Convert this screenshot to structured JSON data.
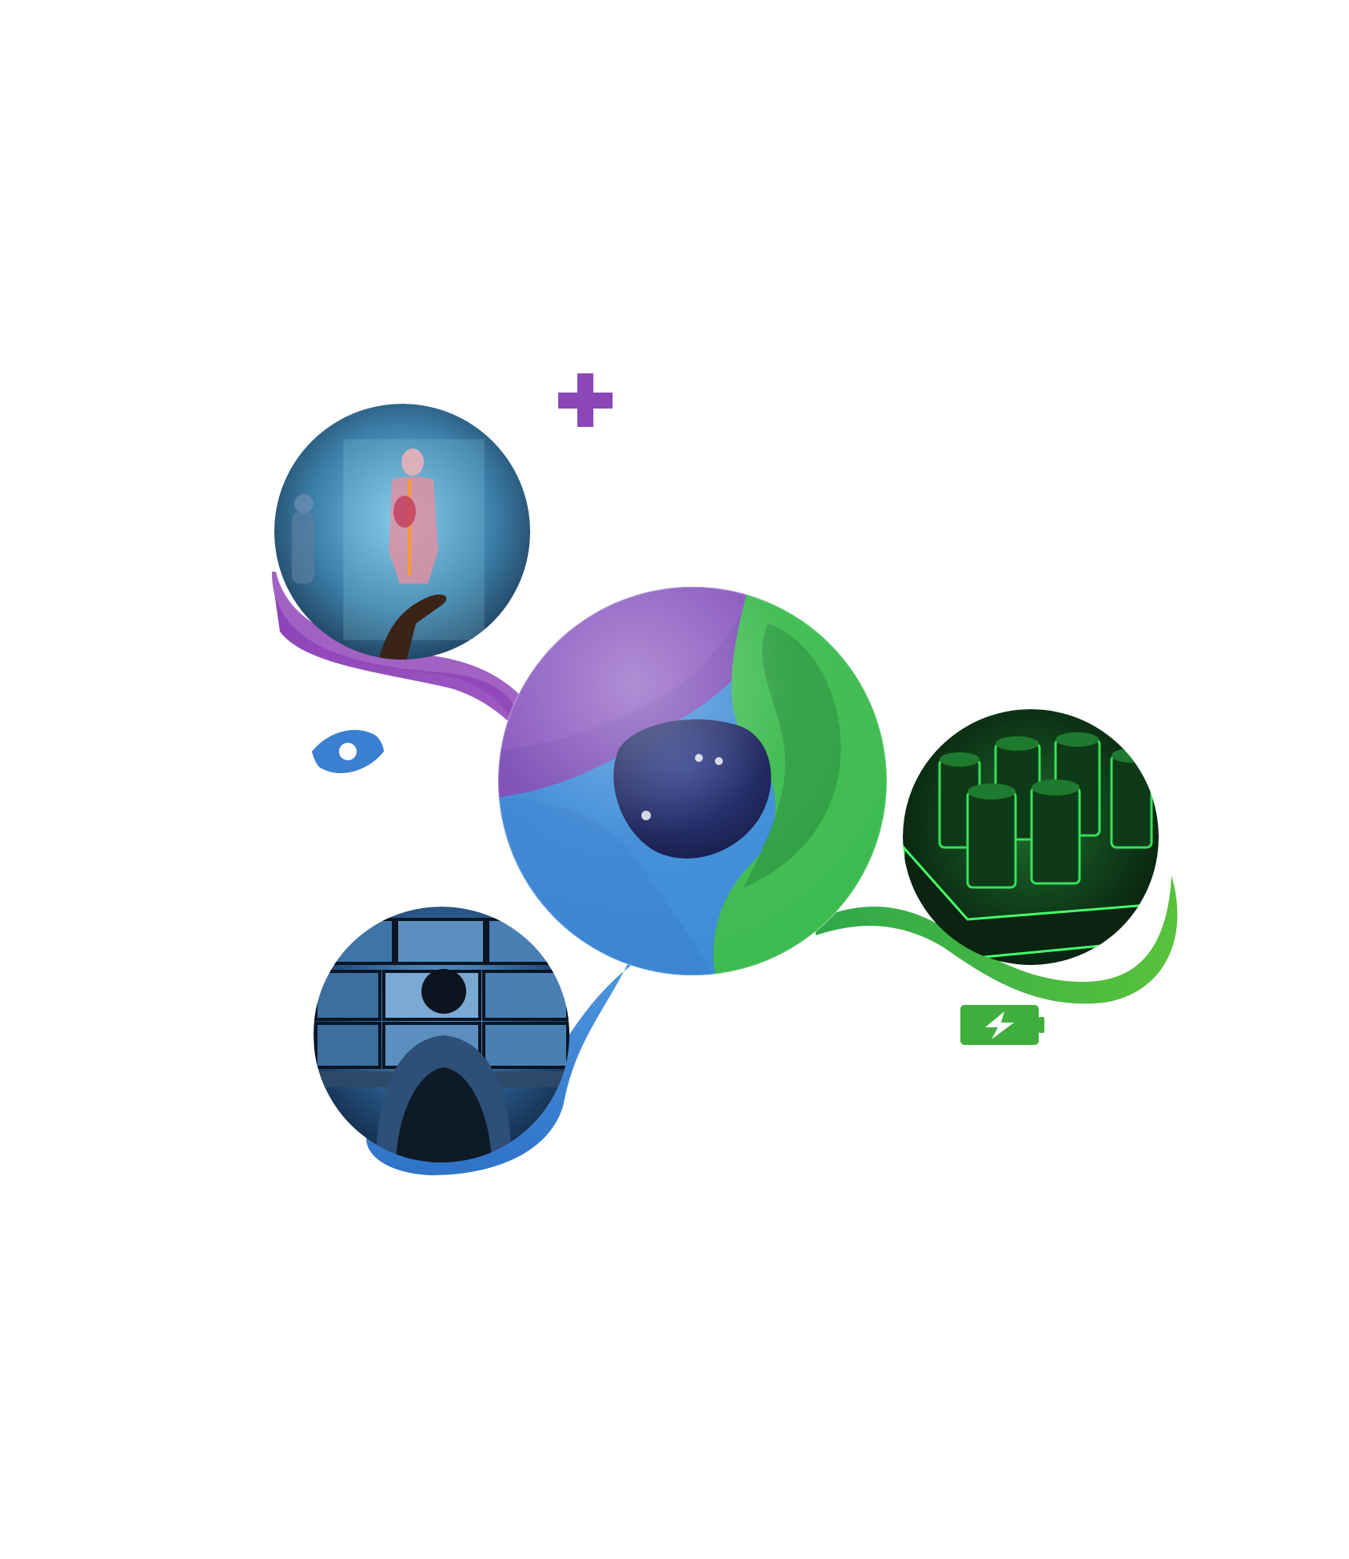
{
  "illustration": {
    "center_sphere": {
      "segments": [
        "purple",
        "blue",
        "green",
        "navy-core"
      ],
      "colors": {
        "purple": "#7a3fb0",
        "blue": "#3a86d6",
        "green": "#34b24a",
        "navy": "#1a2466"
      }
    },
    "satellites": [
      {
        "name": "healthcare",
        "icon": "plus-icon",
        "accent": "#8a4ab8"
      },
      {
        "name": "security-monitoring",
        "icon": "eye-icon",
        "accent": "#3a7fd0"
      },
      {
        "name": "energy-storage",
        "icon": "battery-charging-icon",
        "accent": "#3fae3c"
      }
    ]
  }
}
